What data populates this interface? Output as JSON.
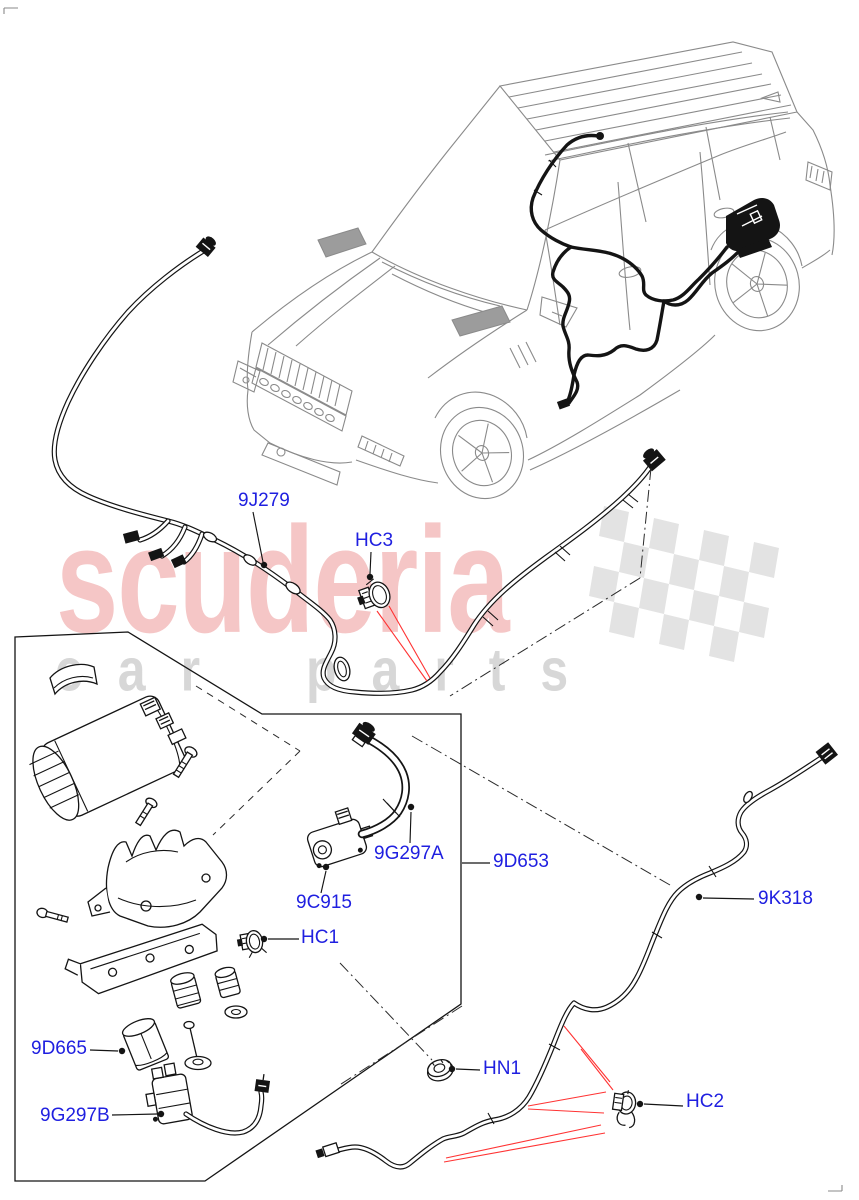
{
  "theme": {
    "background": "#ffffff",
    "label_color": "#1f1fe0",
    "line_color": "#141414",
    "car_line_color": "#8a8a8a",
    "highlight_color": "#ff3333",
    "brand_pink": "#f5c6c6",
    "letters_gray": "#d7d7d7",
    "flag_gray": "#e3e3e3"
  },
  "watermark": {
    "brand": "scuderia",
    "sub": "car parts"
  },
  "diagram": {
    "labels": [
      {
        "id": "9J279"
      },
      {
        "id": "HC3"
      },
      {
        "id": "9G297A"
      },
      {
        "id": "9D653"
      },
      {
        "id": "9C915"
      },
      {
        "id": "HC1"
      },
      {
        "id": "9D665"
      },
      {
        "id": "9G297B"
      },
      {
        "id": "HN1"
      },
      {
        "id": "HC2"
      },
      {
        "id": "9K318"
      }
    ]
  }
}
